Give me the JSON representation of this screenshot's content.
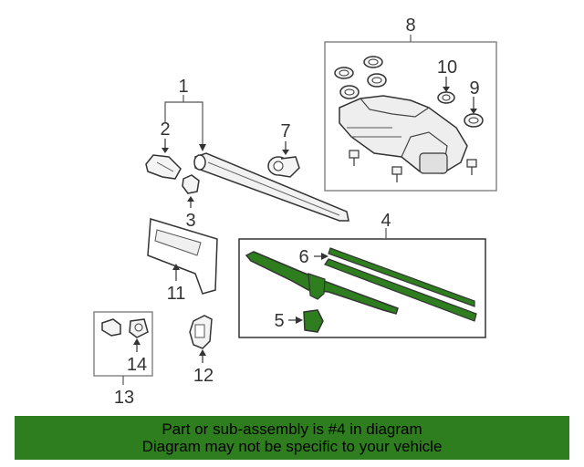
{
  "diagram": {
    "callouts": {
      "c1": "1",
      "c2": "2",
      "c3": "3",
      "c4": "4",
      "c5": "5",
      "c6": "6",
      "c7": "7",
      "c8": "8",
      "c9": "9",
      "c10": "10",
      "c11": "11",
      "c12": "12",
      "c13": "13",
      "c14": "14"
    },
    "highlight_color": "#2e7d1e",
    "line_color": "#555555"
  },
  "banner": {
    "line1": "Part or sub-assembly is #4 in diagram",
    "line2": "Diagram may not be specific to your vehicle",
    "bg_color": "#2e7d1e"
  }
}
